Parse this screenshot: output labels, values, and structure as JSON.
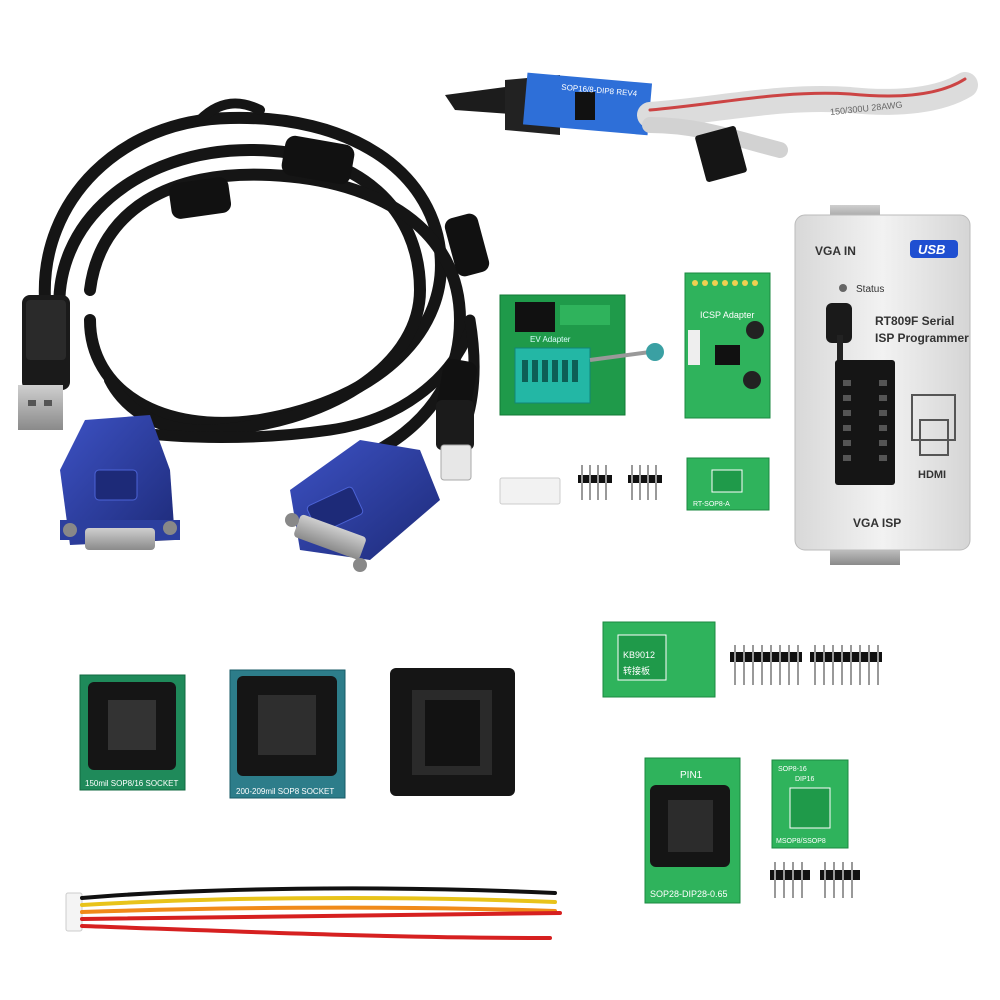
{
  "programmer": {
    "vga_in": "VGA IN",
    "usb": "USB",
    "status": "Status",
    "model_line1": "RT809F Serial",
    "model_line2": "ISP Programmer",
    "hdmi": "HDMI",
    "vga_isp": "VGA ISP"
  },
  "clip_board": {
    "label": "SOP16/8-DIP8 REV4"
  },
  "cable_print": {
    "label": "150/300U 28AWG"
  },
  "adapters": {
    "socket_150": "150mil SOP8/16 SOCKET",
    "socket_200": "200-209mil SOP8 SOCKET",
    "kb9012": "KB9012",
    "kb9012_cn": "转接板",
    "sop8_a": "RT-SOP8-A",
    "msop": "MSOP8/SSOP8",
    "msop_top": "SOP8-16",
    "dip16": "DIP16",
    "sop28": "SOP28-DIP28-0.65",
    "pin1": "PIN1",
    "icsp": "ICSP Adapter",
    "ev": "EV Adapter"
  },
  "colors": {
    "pcb_green": "#1f9a4a",
    "pcb_light": "#2fb35c",
    "vga_blue": "#2c3f9e",
    "cable_black": "#141414",
    "case_grey": "#e9e9e9",
    "usb_blue": "#1f4fd1"
  }
}
